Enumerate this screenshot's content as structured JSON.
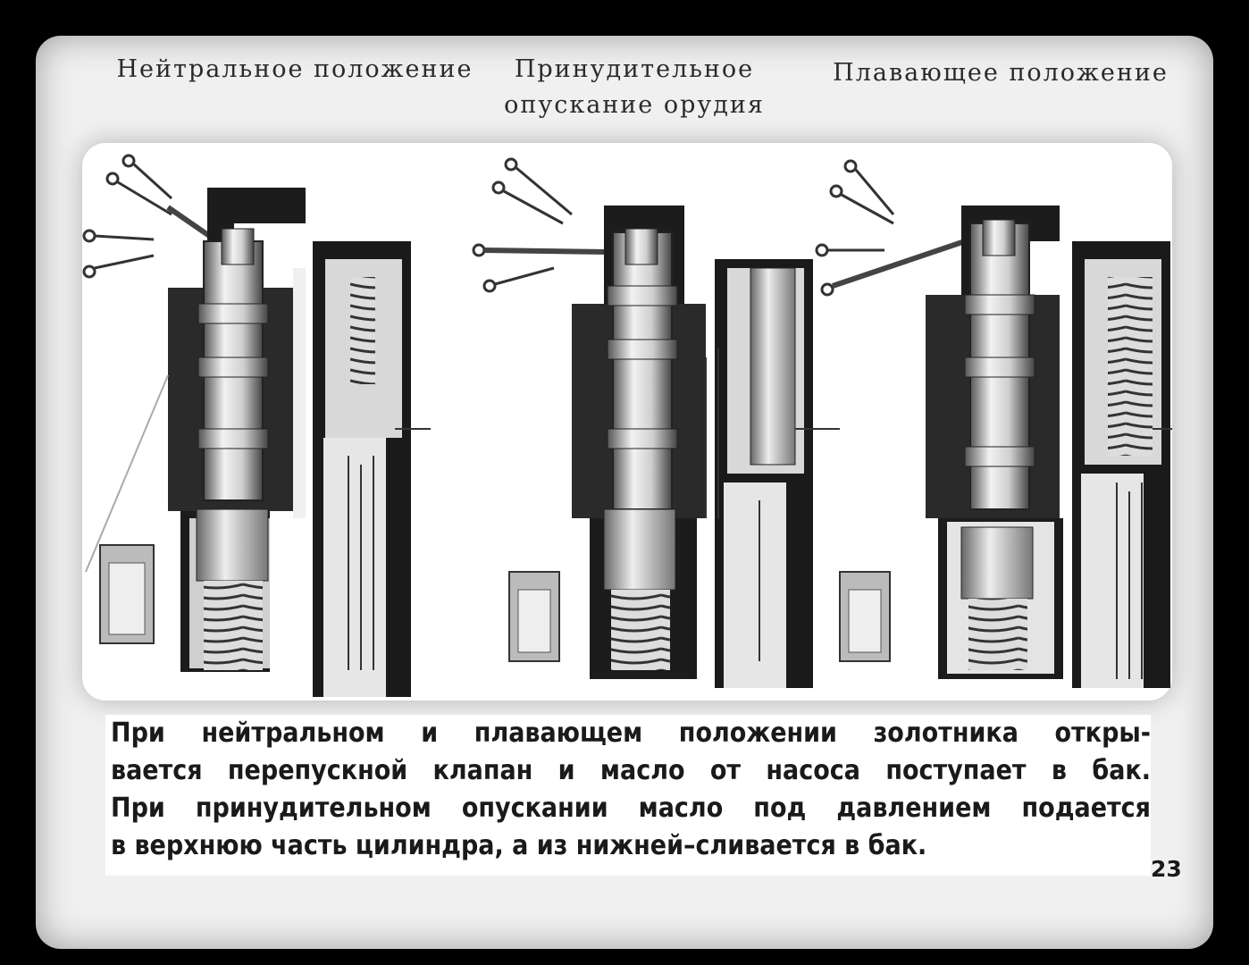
{
  "headings": {
    "neutral": "Нейтральное положение",
    "forced_line1": "Принудительное",
    "forced_line2": "опускание орудия",
    "floating": "Плавающее положение"
  },
  "caption": {
    "line1": "При нейтральном и плавающем положении золотника откры-",
    "line2": "вается перепускной клапан и масло от насоса поступает в бак.",
    "line3": "При принудительном опускании масло под давлением подается",
    "line4": "в верхнюю часть цилиндра, а из нижней–сливается в бак."
  },
  "page_number": "23"
}
